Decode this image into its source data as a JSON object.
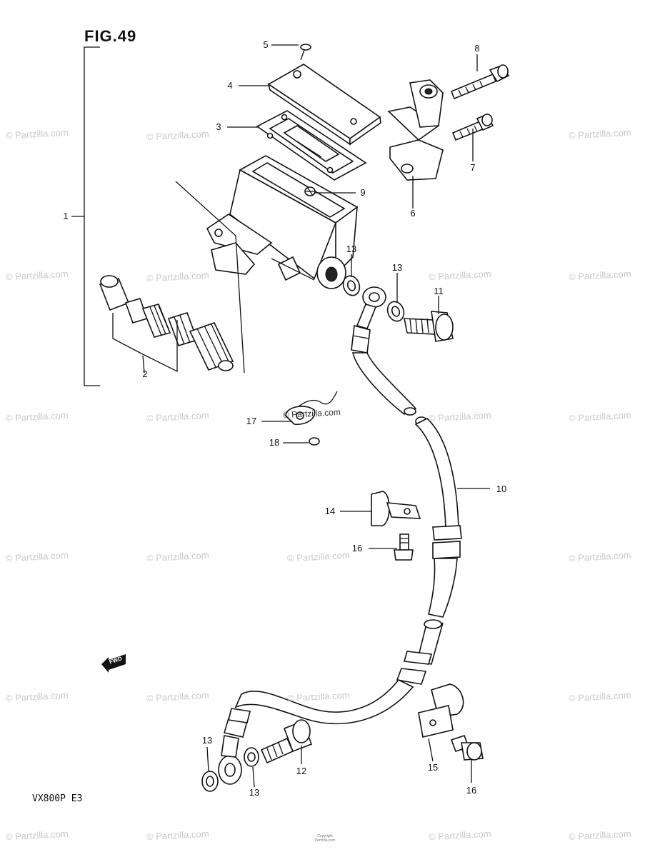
{
  "figure": {
    "title": "FIG.49",
    "model_code": "VX800P  E3",
    "copyright": [
      "Copyright",
      "Partzilla.com"
    ]
  },
  "watermark": "© Partzilla.com",
  "callouts": [
    {
      "id": "c1",
      "label": "1"
    },
    {
      "id": "c2",
      "label": "2"
    },
    {
      "id": "c3",
      "label": "3"
    },
    {
      "id": "c4",
      "label": "4"
    },
    {
      "id": "c5",
      "label": "5"
    },
    {
      "id": "c6",
      "label": "6"
    },
    {
      "id": "c7",
      "label": "7"
    },
    {
      "id": "c8",
      "label": "8"
    },
    {
      "id": "c9",
      "label": "9"
    },
    {
      "id": "c10",
      "label": "10"
    },
    {
      "id": "c11",
      "label": "11"
    },
    {
      "id": "c12",
      "label": "12"
    },
    {
      "id": "c13a",
      "label": "13"
    },
    {
      "id": "c13b",
      "label": "13"
    },
    {
      "id": "c13c",
      "label": "13"
    },
    {
      "id": "c13d",
      "label": "13"
    },
    {
      "id": "c14",
      "label": "14"
    },
    {
      "id": "c15",
      "label": "15"
    },
    {
      "id": "c16a",
      "label": "16"
    },
    {
      "id": "c16b",
      "label": "16"
    },
    {
      "id": "c17",
      "label": "17"
    },
    {
      "id": "c18",
      "label": "18"
    }
  ],
  "fwd_marker": "FWD"
}
